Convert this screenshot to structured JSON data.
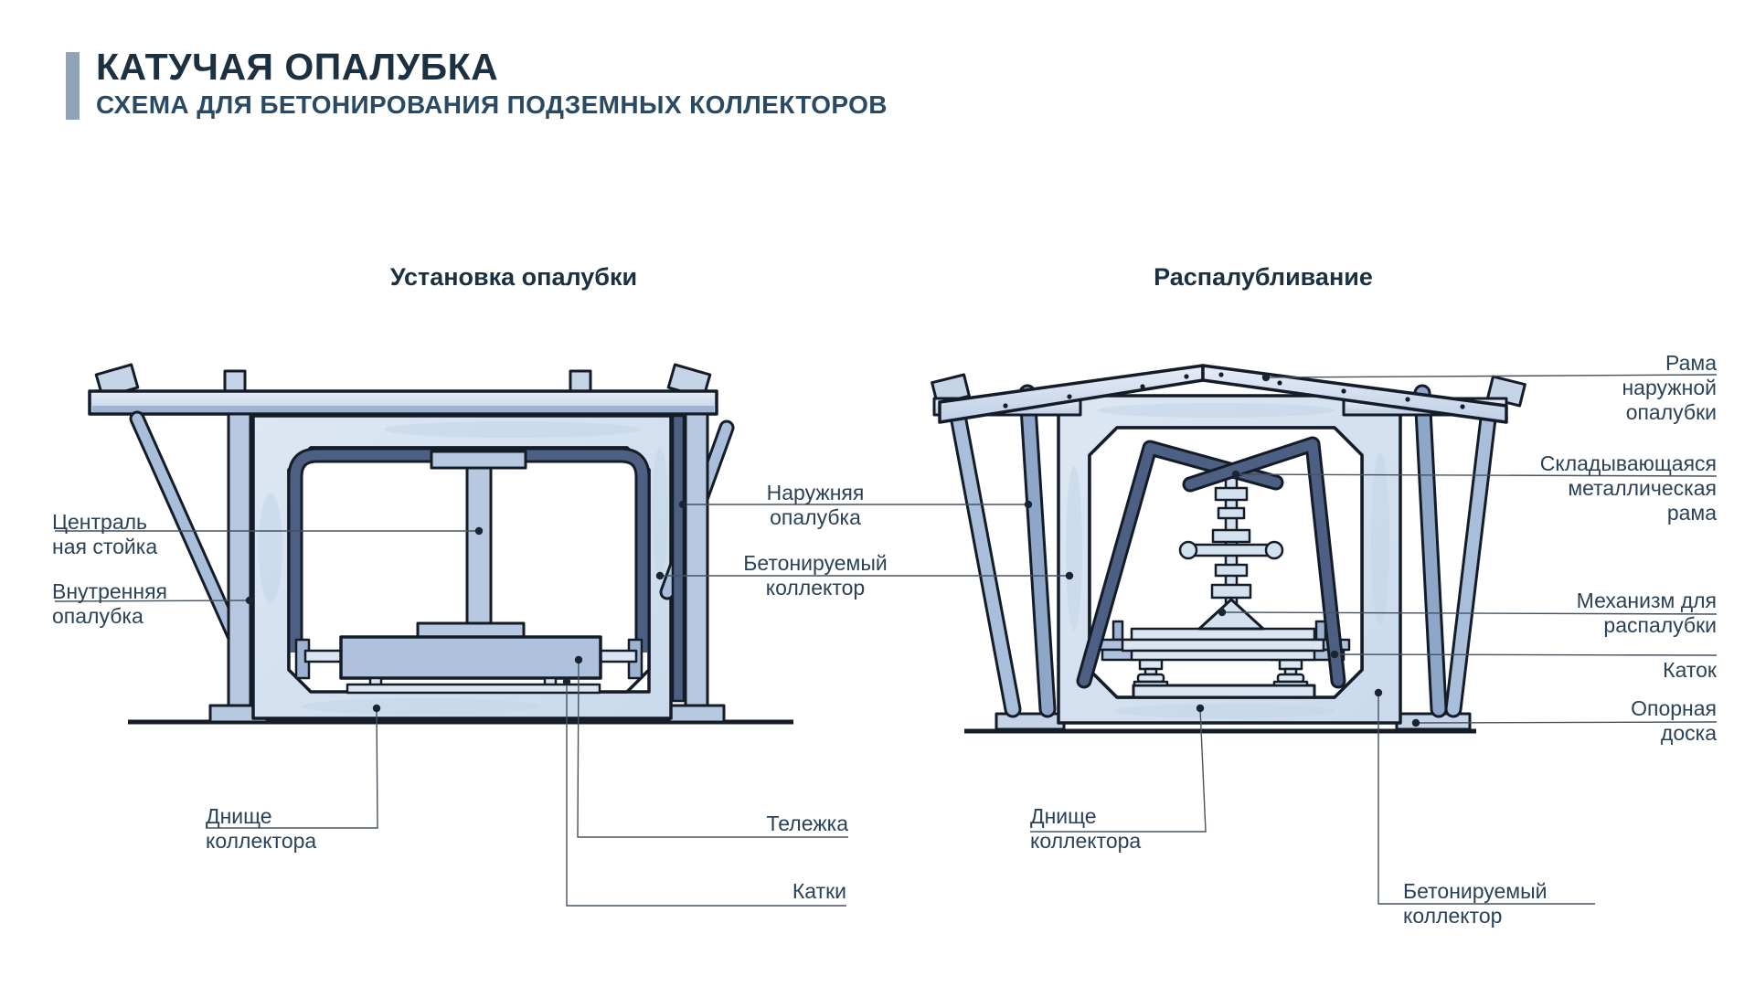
{
  "header": {
    "title": "КАТУЧАЯ ОПАЛУБКА",
    "subtitle": "СХЕМА ДЛЯ БЕТОНИРОВАНИЯ ПОДЗЕМНЫХ КОЛЛЕКТОРОВ"
  },
  "sections": {
    "left_title": "Установка опалубки",
    "right_title": "Распалубливание"
  },
  "labels": {
    "central_post": "Централь\nная стойка",
    "inner_formwork": "Внутренняя\nопалубка",
    "outer_formwork": "Наружняя\nопалубка",
    "concreted_collector_mid": "Бетонируемый\nколлектор",
    "collector_bottom_left": "Днище\nколлектора",
    "trolley": "Тележка",
    "rollers": "Катки",
    "collector_bottom_right": "Днище\nколлектора",
    "concreted_collector_bottom": "Бетонируемый\nколлектор",
    "outer_formwork_frame": "Рама\nнаружной\nопалубки",
    "folding_metal_frame": "Складывающаяся\nметаллическая\nрама",
    "stripping_mechanism": "Механизм для\nраспалубки",
    "roller": "Каток",
    "support_board": "Опорная\nдоска"
  },
  "colors": {
    "accent_bar": "#8fa3b8",
    "title_text": "#1b3040",
    "label_text": "#2a4257",
    "outline": "#141c28",
    "light_fill": "#dce6f3",
    "medium_fill": "#b7c9e1",
    "dark_slate": "#4d5f82",
    "concrete": "#d7e2f0",
    "leader_line": "#455360"
  }
}
